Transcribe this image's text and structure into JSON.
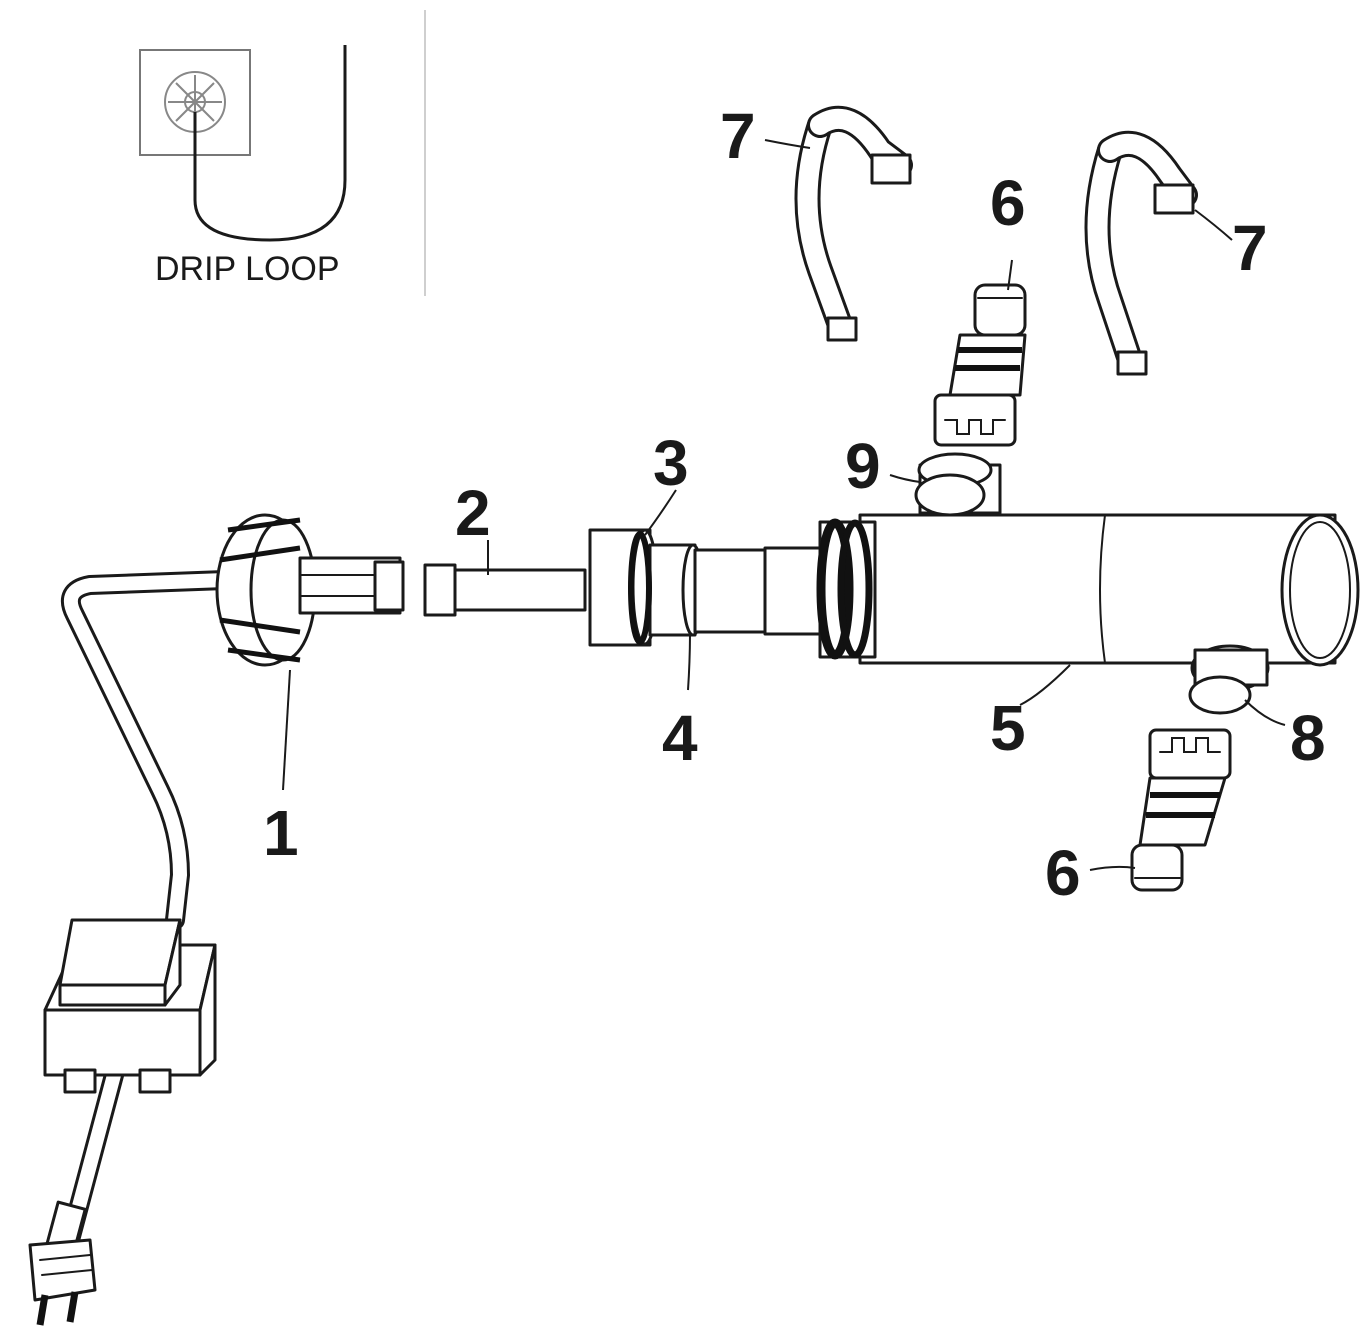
{
  "inset": {
    "caption": "DRIP LOOP"
  },
  "labels": {
    "n1": "1",
    "n2": "2",
    "n3": "3",
    "n4": "4",
    "n5": "5",
    "n6_top": "6",
    "n6_bottom": "6",
    "n7_left": "7",
    "n7_right": "7",
    "n8": "8",
    "n9": "9"
  },
  "colors": {
    "line": "#1a1a1a",
    "background": "#ffffff"
  }
}
